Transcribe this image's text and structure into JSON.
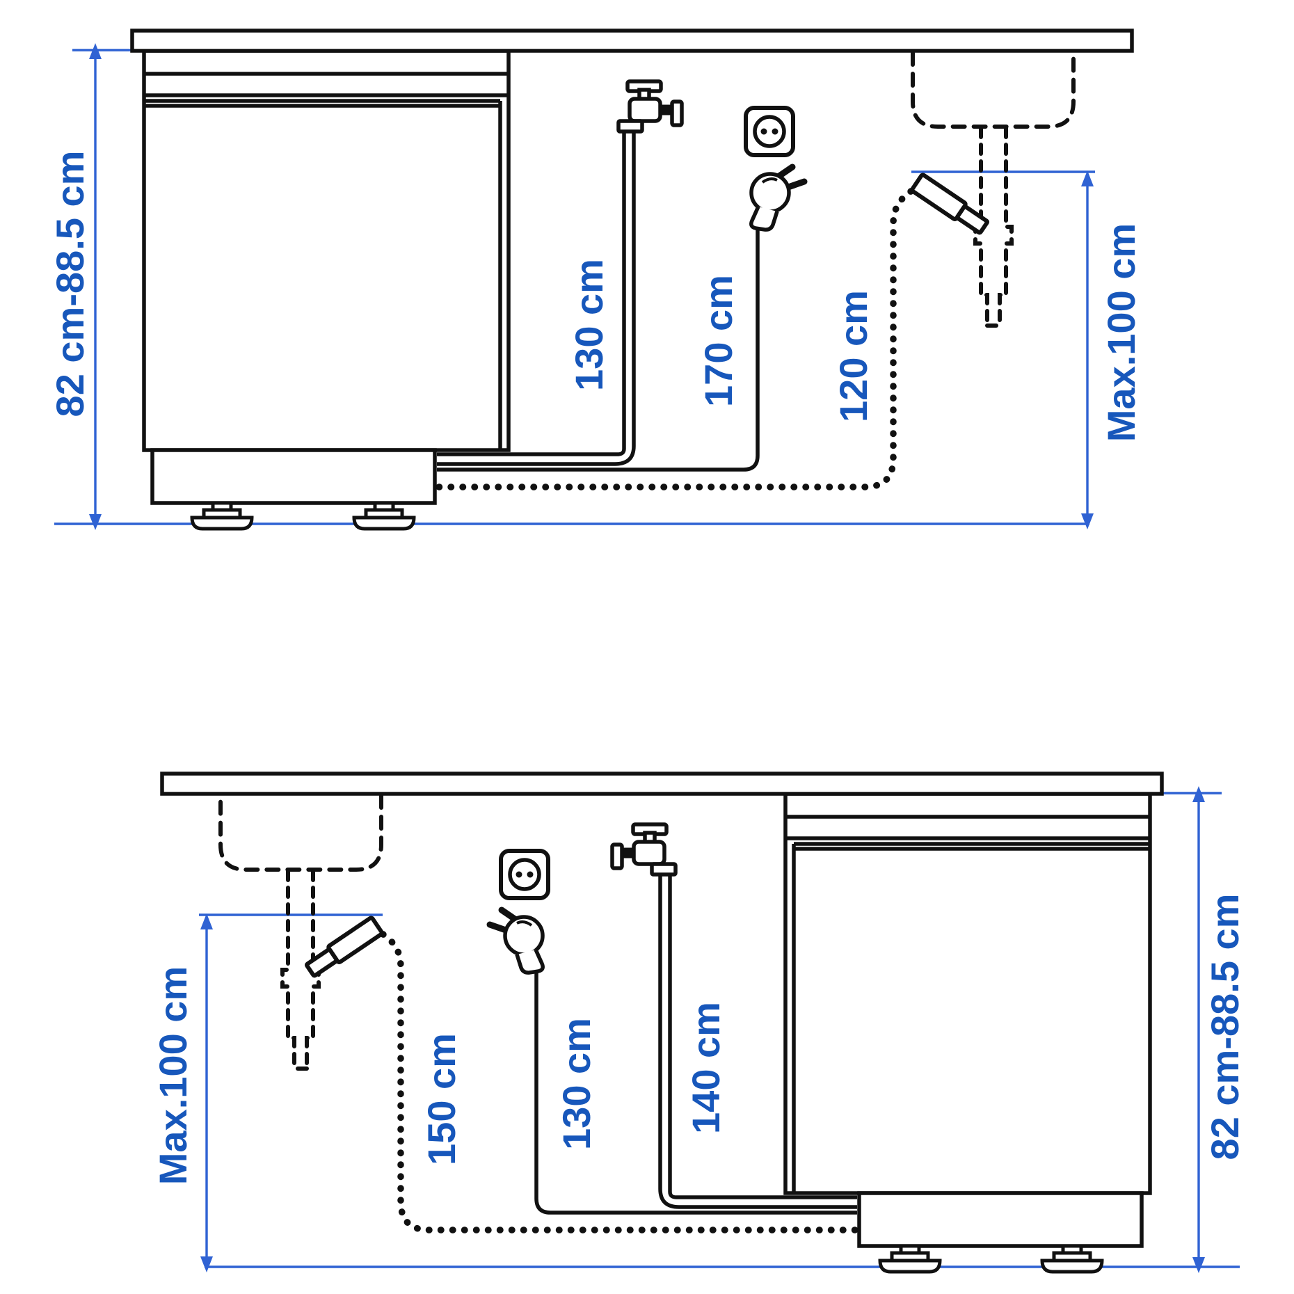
{
  "title": "Dishwasher installation clearances diagram",
  "colors": {
    "ink": "#111111",
    "dimension_blue": "#2f62d3",
    "label_blue": "#1757bb",
    "background": "#ffffff"
  },
  "icons": [
    "faucet-icon",
    "power-outlet-icon",
    "power-plug-icon",
    "sink-outline-icon",
    "drain-pipe-icon",
    "drain-hose-connector-icon",
    "leveling-foot-icon",
    "dimension-arrow-icon"
  ],
  "diagrams": {
    "top": {
      "orientation": "dishwasher-on-left",
      "labels": {
        "cabinet_height": "82 cm-88.5 cm",
        "supply_hose_length": "130 cm",
        "power_cord_length": "170 cm",
        "drain_hose_length": "120 cm",
        "max_drain_height": "Max.100 cm"
      }
    },
    "bottom": {
      "orientation": "dishwasher-on-right",
      "labels": {
        "cabinet_height": "82 cm-88.5 cm",
        "supply_hose_length": "140 cm",
        "power_cord_length": "130 cm",
        "drain_hose_length": "150 cm",
        "max_drain_height": "Max.100 cm"
      }
    }
  }
}
